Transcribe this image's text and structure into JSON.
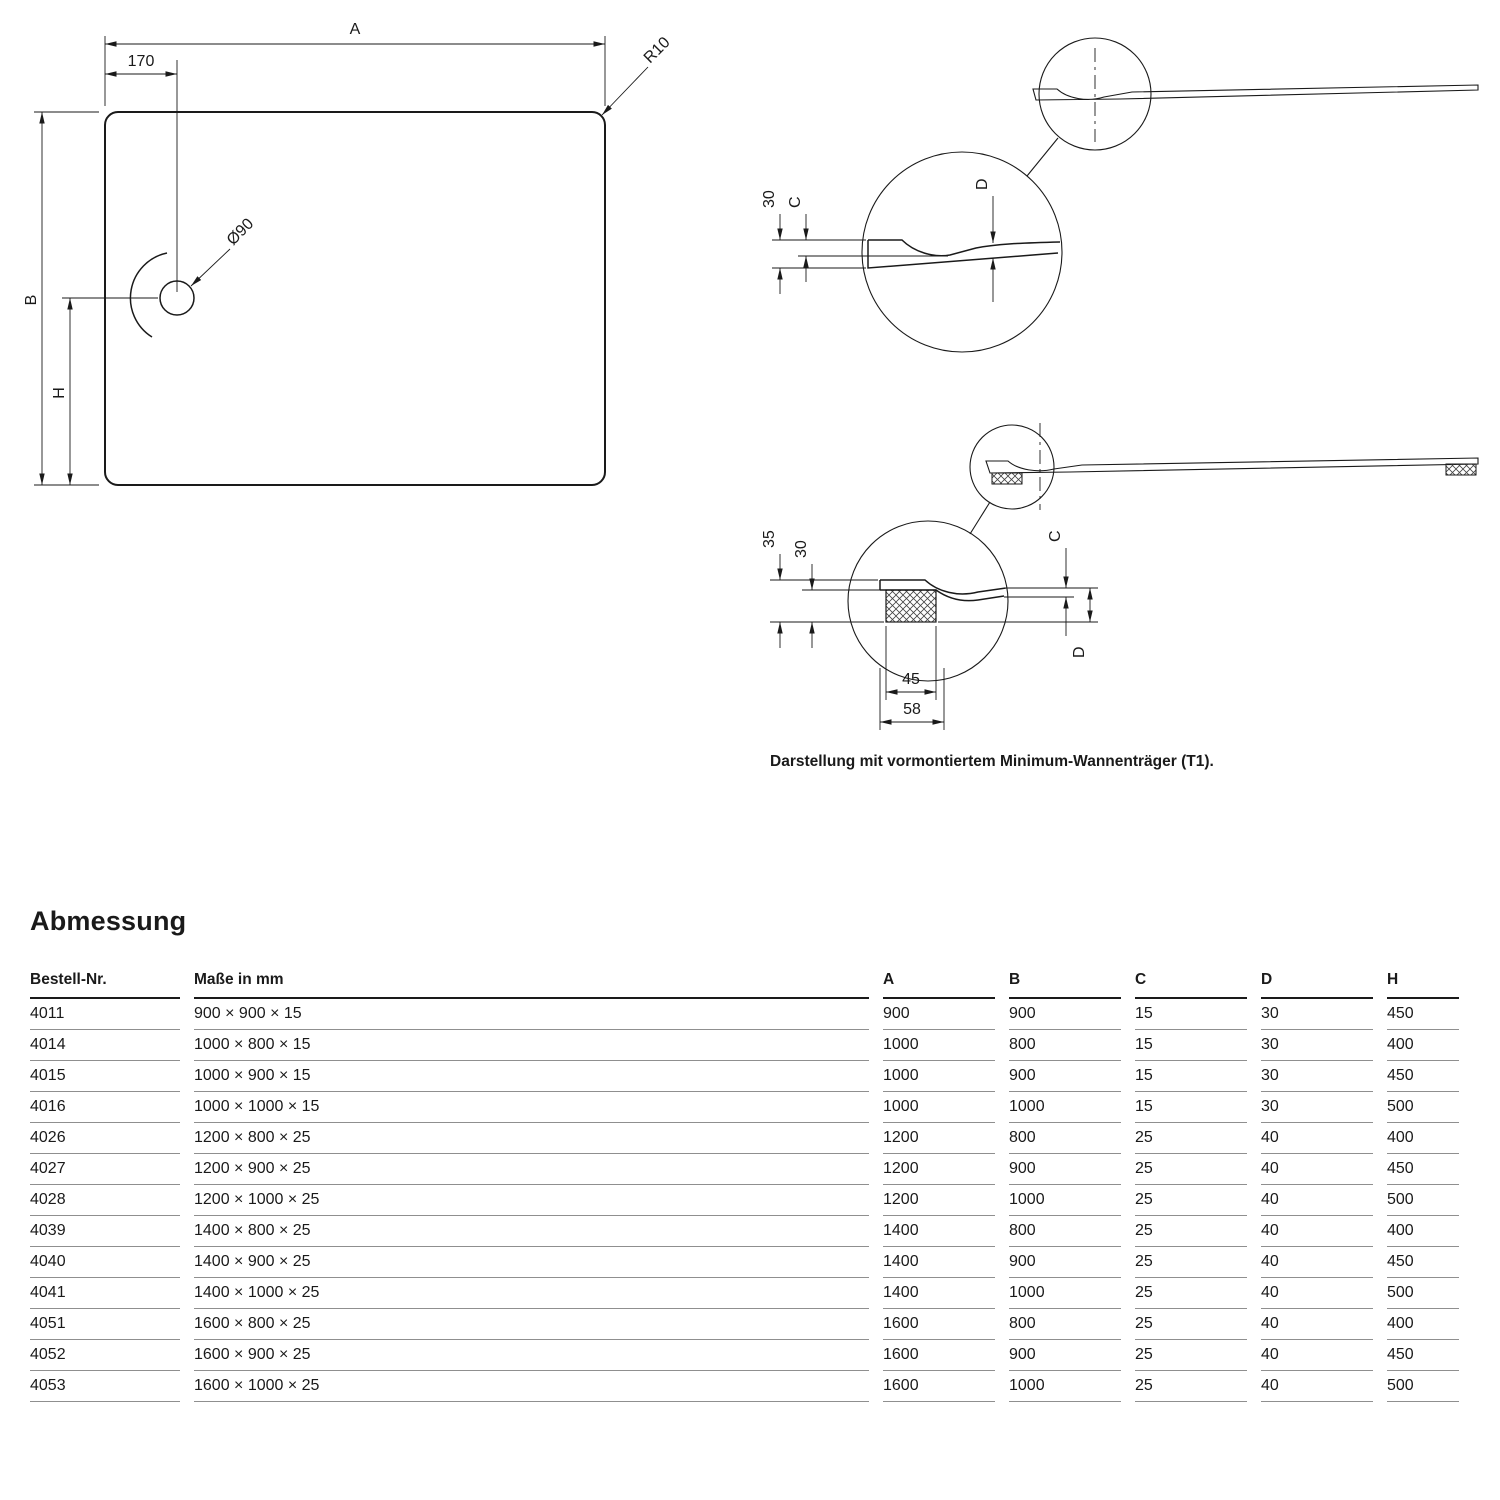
{
  "diagram": {
    "plan_view": {
      "dim_width": "A",
      "dim_drain_offset": "170",
      "dim_corner_radius": "R10",
      "dim_drain_diameter": "Ø90",
      "dim_depth": "B",
      "dim_drain_height": "H"
    },
    "section_top": {
      "dim_height": "30",
      "dim_c": "C",
      "dim_d": "D"
    },
    "section_bottom": {
      "dim_total_height": "35",
      "dim_height": "30",
      "dim_c": "C",
      "dim_d": "D",
      "dim_support_width": "45",
      "dim_support_outer": "58"
    },
    "caption": "Darstellung mit vormontiertem Minimum-Wannenträger (T1)."
  },
  "dimensions_section": {
    "title": "Abmessung",
    "table": {
      "headers": [
        "Bestell-Nr.",
        "Maße in mm",
        "A",
        "B",
        "C",
        "D",
        "H"
      ],
      "rows": [
        [
          "4011",
          "900 × 900 × 15",
          "900",
          "900",
          "15",
          "30",
          "450"
        ],
        [
          "4014",
          "1000 × 800 × 15",
          "1000",
          "800",
          "15",
          "30",
          "400"
        ],
        [
          "4015",
          "1000 × 900 × 15",
          "1000",
          "900",
          "15",
          "30",
          "450"
        ],
        [
          "4016",
          "1000 × 1000 × 15",
          "1000",
          "1000",
          "15",
          "30",
          "500"
        ],
        [
          "4026",
          "1200 × 800 × 25",
          "1200",
          "800",
          "25",
          "40",
          "400"
        ],
        [
          "4027",
          "1200 × 900 × 25",
          "1200",
          "900",
          "25",
          "40",
          "450"
        ],
        [
          "4028",
          "1200 × 1000 × 25",
          "1200",
          "1000",
          "25",
          "40",
          "500"
        ],
        [
          "4039",
          "1400 × 800 × 25",
          "1400",
          "800",
          "25",
          "40",
          "400"
        ],
        [
          "4040",
          "1400 × 900 × 25",
          "1400",
          "900",
          "25",
          "40",
          "450"
        ],
        [
          "4041",
          "1400 × 1000 × 25",
          "1400",
          "1000",
          "25",
          "40",
          "500"
        ],
        [
          "4051",
          "1600 × 800 × 25",
          "1600",
          "800",
          "25",
          "40",
          "400"
        ],
        [
          "4052",
          "1600 × 900 × 25",
          "1600",
          "900",
          "25",
          "40",
          "450"
        ],
        [
          "4053",
          "1600 × 1000 × 25",
          "1600",
          "1000",
          "25",
          "40",
          "500"
        ]
      ]
    }
  }
}
